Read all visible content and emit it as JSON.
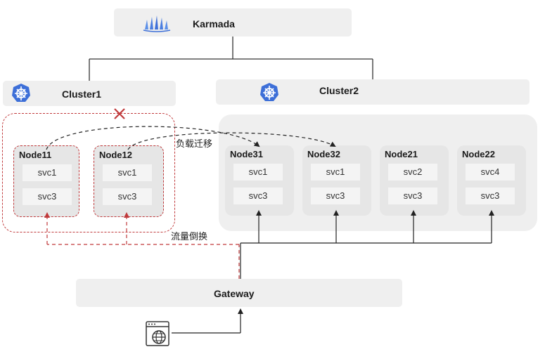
{
  "karmada": {
    "label": "Karmada",
    "icon": "karmada-sails-icon"
  },
  "cluster1": {
    "label": "Cluster1",
    "icon": "kubernetes-helm-icon"
  },
  "cluster2": {
    "label": "Cluster2",
    "icon": "kubernetes-helm-icon"
  },
  "nodes": [
    {
      "name": "Node11",
      "svcs": [
        "svc1",
        "svc3"
      ]
    },
    {
      "name": "Node12",
      "svcs": [
        "svc1",
        "svc3"
      ]
    },
    {
      "name": "Node31",
      "svcs": [
        "svc1",
        "svc3"
      ]
    },
    {
      "name": "Node32",
      "svcs": [
        "svc1",
        "svc3"
      ]
    },
    {
      "name": "Node21",
      "svcs": [
        "svc2",
        "svc3"
      ]
    },
    {
      "name": "Node22",
      "svcs": [
        "svc4",
        "svc3"
      ]
    }
  ],
  "migration_label": "负载迁移",
  "failover_label": "流量倒换",
  "gateway": {
    "label": "Gateway"
  },
  "client": {
    "icon": "browser-globe-icon"
  },
  "colors": {
    "failure": "#c0393b",
    "accent": "#3d6fd8",
    "panel": "#efefef"
  }
}
